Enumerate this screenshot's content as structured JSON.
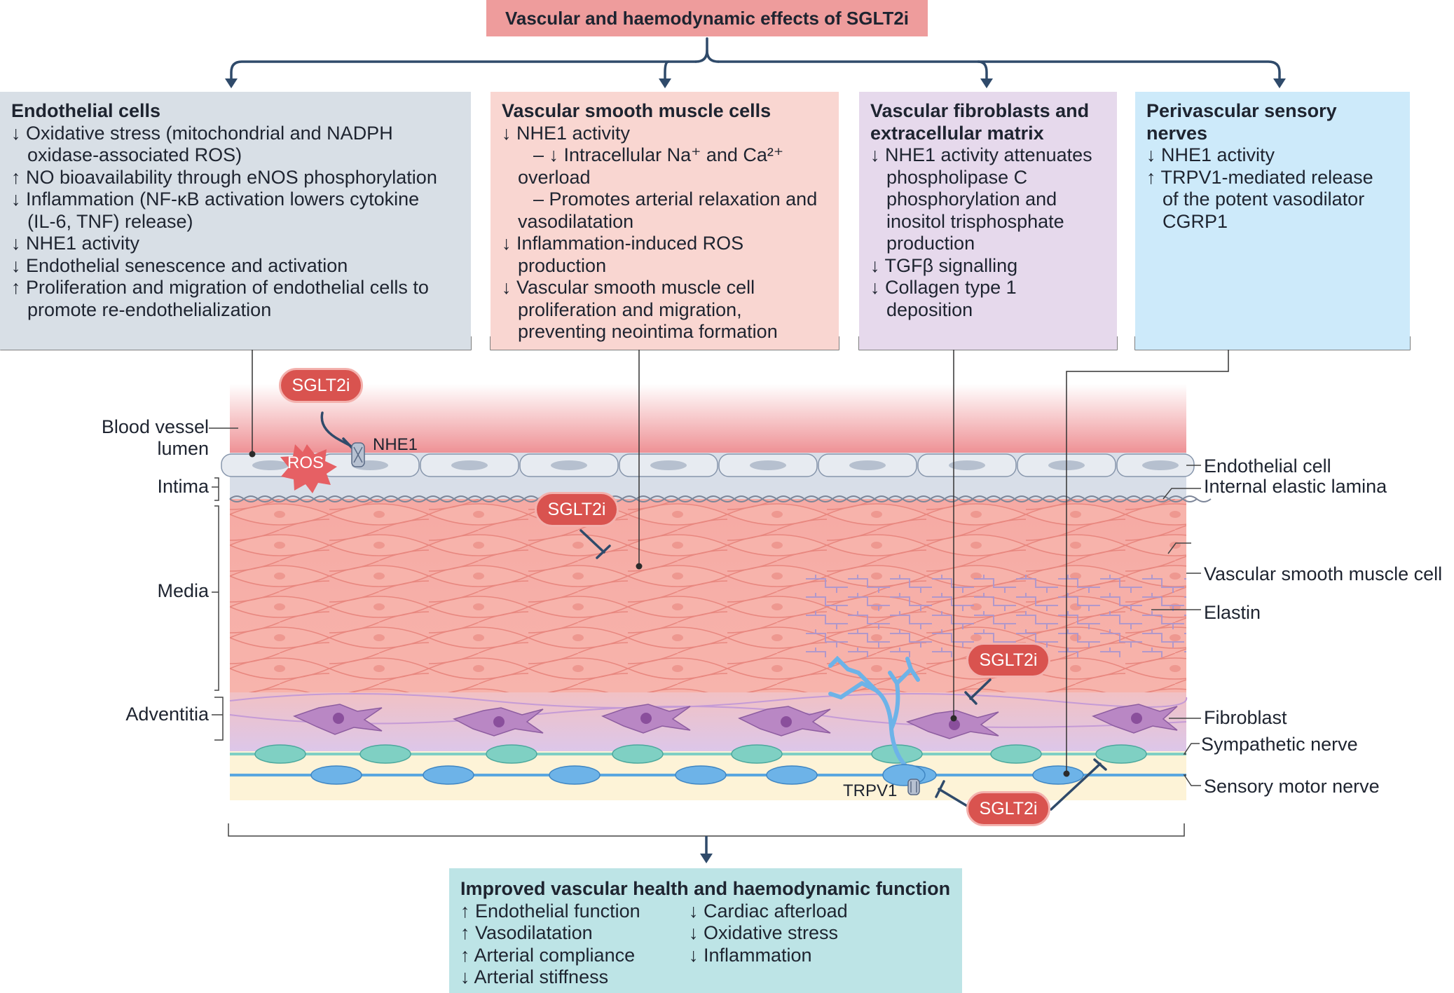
{
  "title": "Vascular and haemodynamic effects of SGLT2i",
  "boxes": {
    "endothelial": {
      "title": "Endothelial cells",
      "lines": [
        "↓ Oxidative stress (mitochondrial and NADPH",
        "oxidase-associated ROS)",
        "↑ NO bioavailability through eNOS phosphorylation",
        "↓ Inflammation (NF-κB activation lowers cytokine",
        "(IL-6, TNF) release)",
        "↓ NHE1 activity",
        "↓ Endothelial senescence and activation",
        "↑ Proliferation and migration of endothelial cells to",
        "promote re-endothelialization"
      ]
    },
    "vsmc": {
      "title": "Vascular smooth muscle cells",
      "lines": [
        "↓ NHE1 activity",
        "– ↓ Intracellular Na⁺ and Ca²⁺",
        "overload",
        "– Promotes arterial relaxation and",
        "vasodilatation",
        "↓ Inflammation-induced ROS",
        "production",
        "↓ Vascular smooth muscle cell",
        "proliferation and migration,",
        "preventing neointima formation"
      ]
    },
    "fibroblasts": {
      "title": "Vascular fibroblasts and extracellular matrix",
      "lines": [
        "↓ NHE1 activity attenuates",
        "phospholipase C",
        "phosphorylation and",
        "inositol trisphosphate",
        "production",
        "↓ TGFβ signalling",
        "↓ Collagen type 1",
        "deposition"
      ]
    },
    "nerves": {
      "title": "Perivascular sensory nerves",
      "lines": [
        "↓ NHE1 activity",
        "↑ TRPV1-mediated release",
        "of the potent vasodilator",
        "CGRP1"
      ]
    }
  },
  "layers_left": {
    "lumen": "Blood vessel",
    "lumen2": "lumen",
    "intima": "Intima",
    "media": "Media",
    "adventitia": "Adventitia"
  },
  "layers_right": {
    "endothelial_cell": "Endothelial cell",
    "internal_elastic_lamina": "Internal elastic lamina",
    "vsmc": "Vascular smooth muscle cell",
    "elastin": "Elastin",
    "fibroblast": "Fibroblast",
    "sympathetic": "Sympathetic nerve",
    "sensory": "Sensory motor nerve"
  },
  "drug": "SGLT2i",
  "molecules": {
    "ros": "ROS",
    "nhe1": "NHE1",
    "trpv1": "TRPV1"
  },
  "outcome": {
    "title": "Improved vascular health and haemodynamic function",
    "col1": [
      "↑ Endothelial function",
      "↑ Vasodilatation",
      "↑ Arterial compliance",
      "↓ Arterial stiffness"
    ],
    "col2": [
      "↓ Cardiac afterload",
      "↓ Oxidative stress",
      "↓ Inflammation"
    ]
  },
  "colors": {
    "title_banner": "#ee9c9c",
    "endothelial_box": "#d8dfe6",
    "vsmc_box": "#f9d6d1",
    "fibro_box": "#e6d9ec",
    "nerve_box": "#cdeafa",
    "outcome_box": "#bde4e6",
    "pill": "#d9534f",
    "connector": "#2f4a6a"
  }
}
